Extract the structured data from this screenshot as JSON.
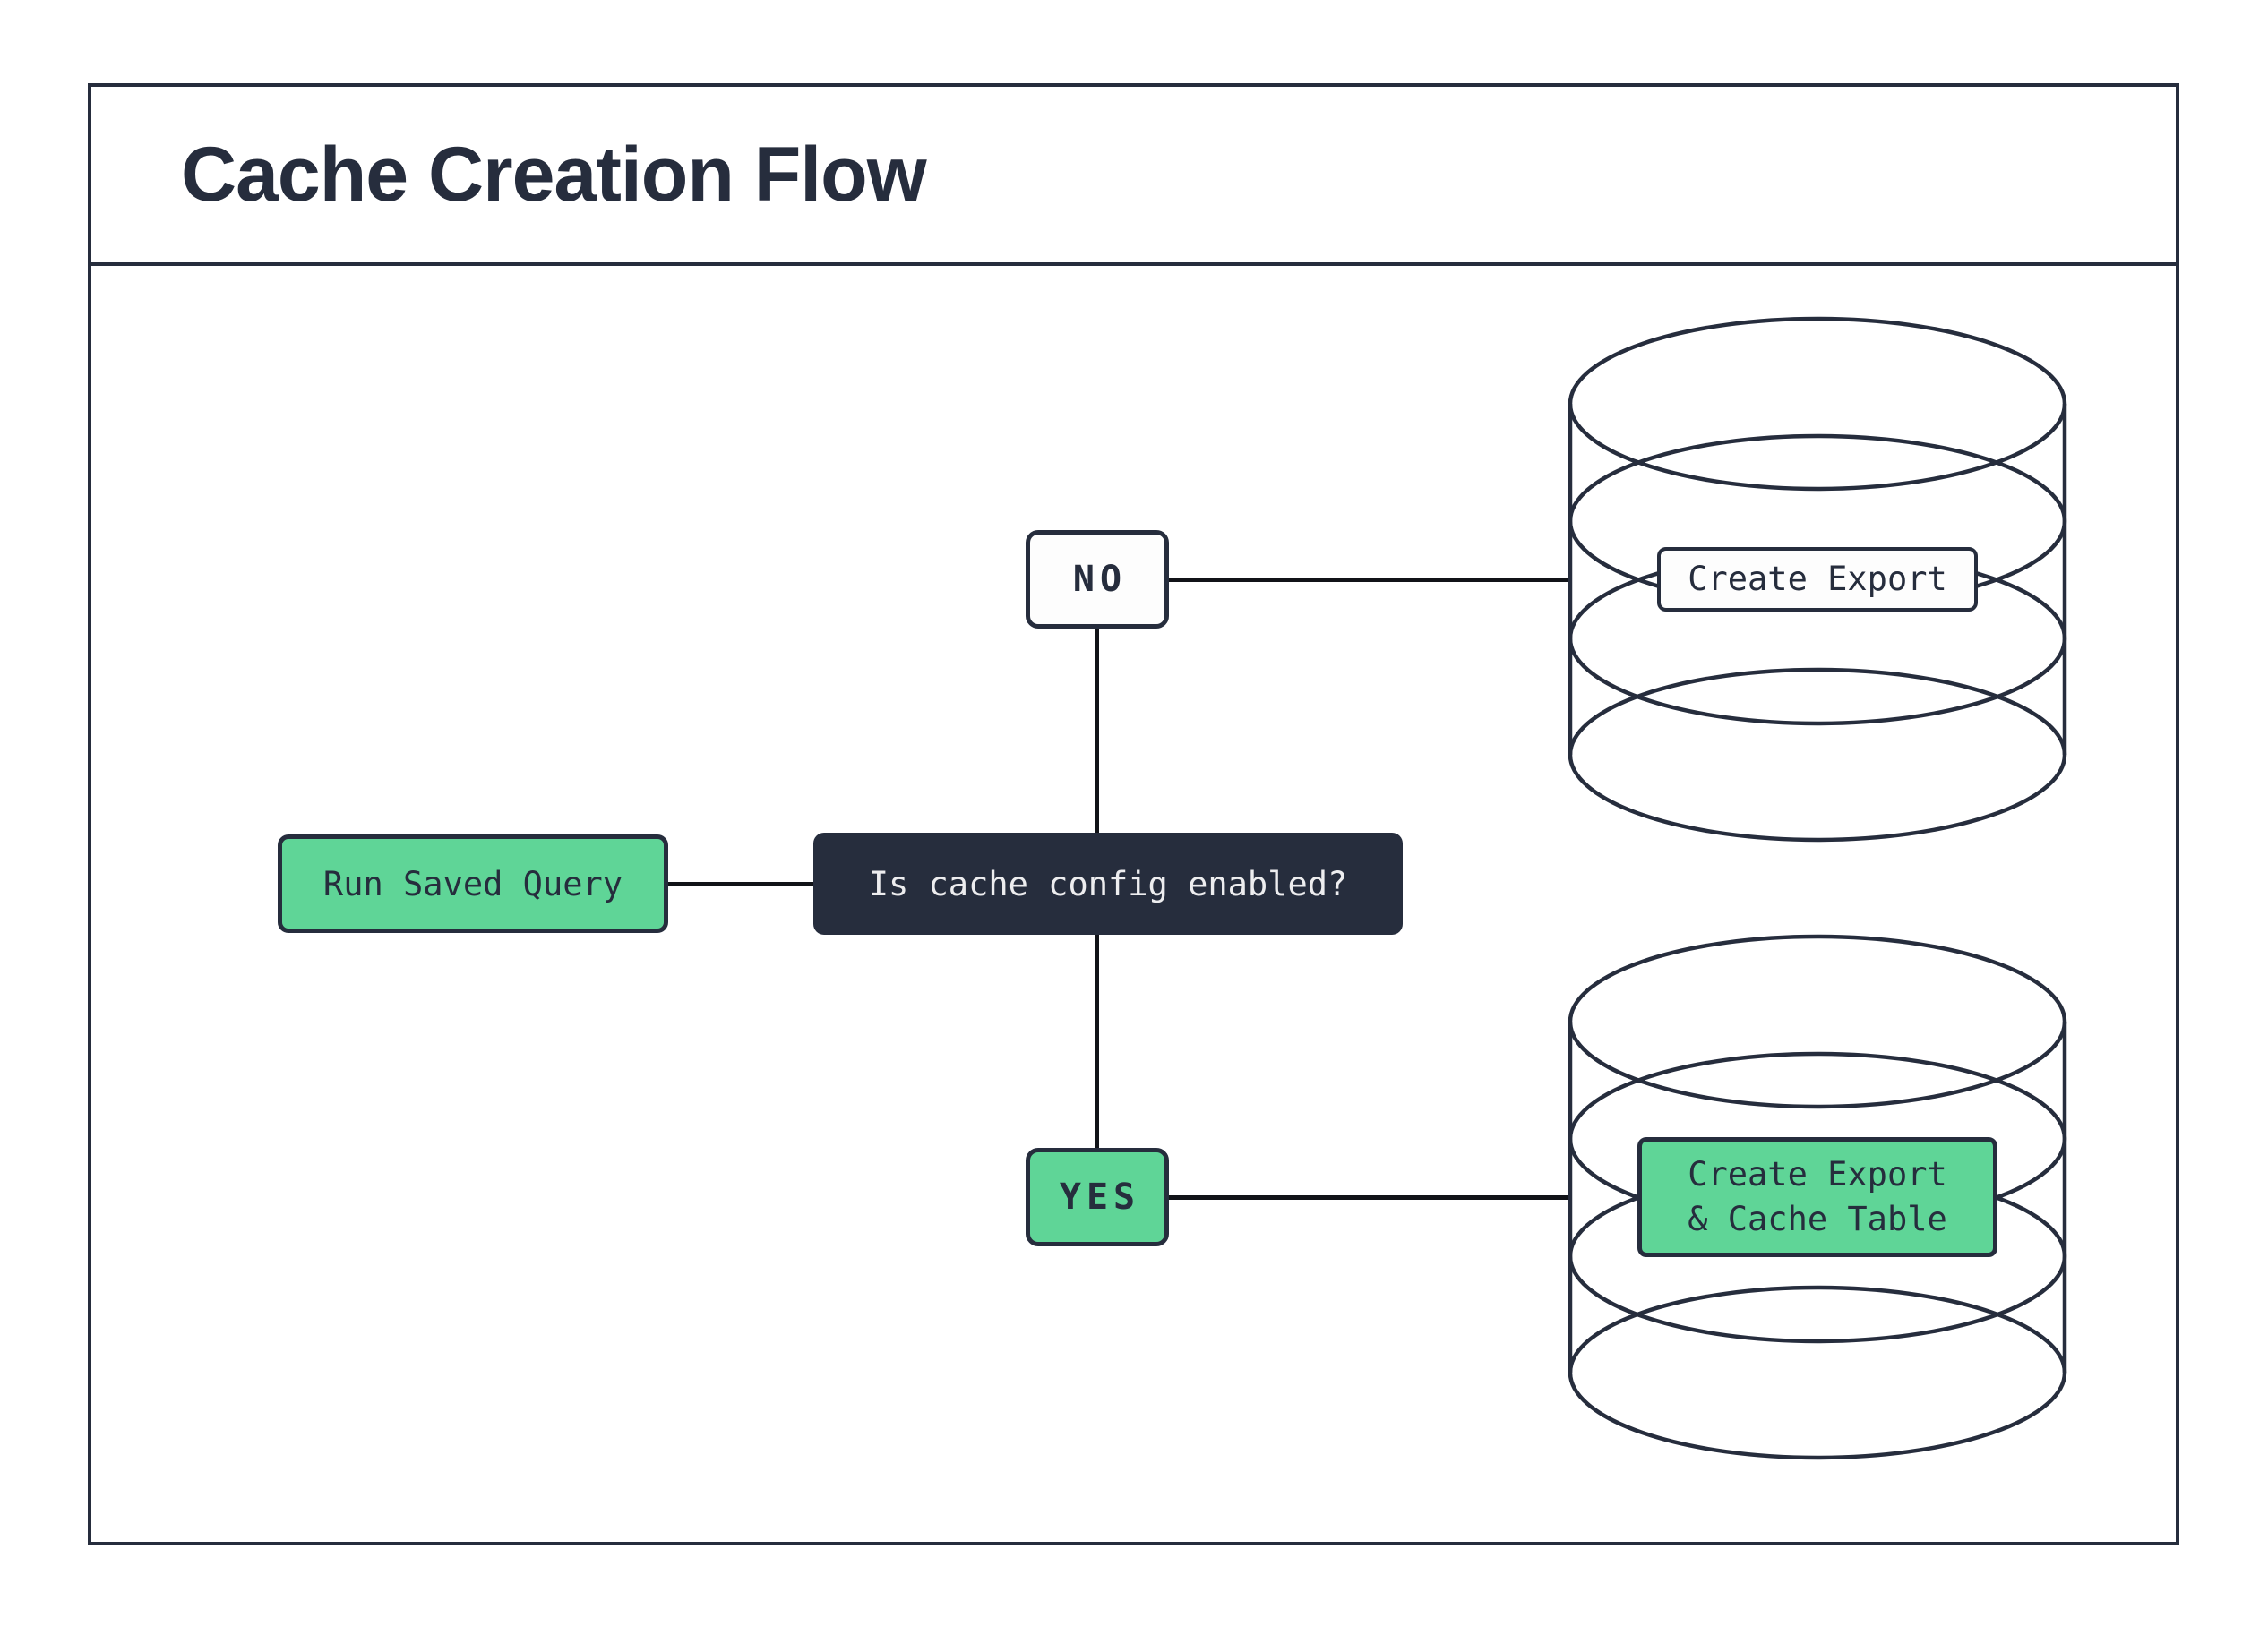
{
  "title": "Cache Creation Flow",
  "colors": {
    "navy": "#262d3d",
    "green": "#5fd597",
    "line": "#111318",
    "light": "#ededef",
    "paper": "#ffffff",
    "node-white": "#fdfdfd"
  },
  "nodes": {
    "start": {
      "label": "Run Saved Query"
    },
    "decision": {
      "label": "Is cache config enabled?"
    },
    "no": {
      "label": "NO"
    },
    "yes": {
      "label": "YES"
    },
    "export_db": {
      "label": "Create Export"
    },
    "cache_db": {
      "label": "Create Export\n& Cache Table"
    }
  }
}
